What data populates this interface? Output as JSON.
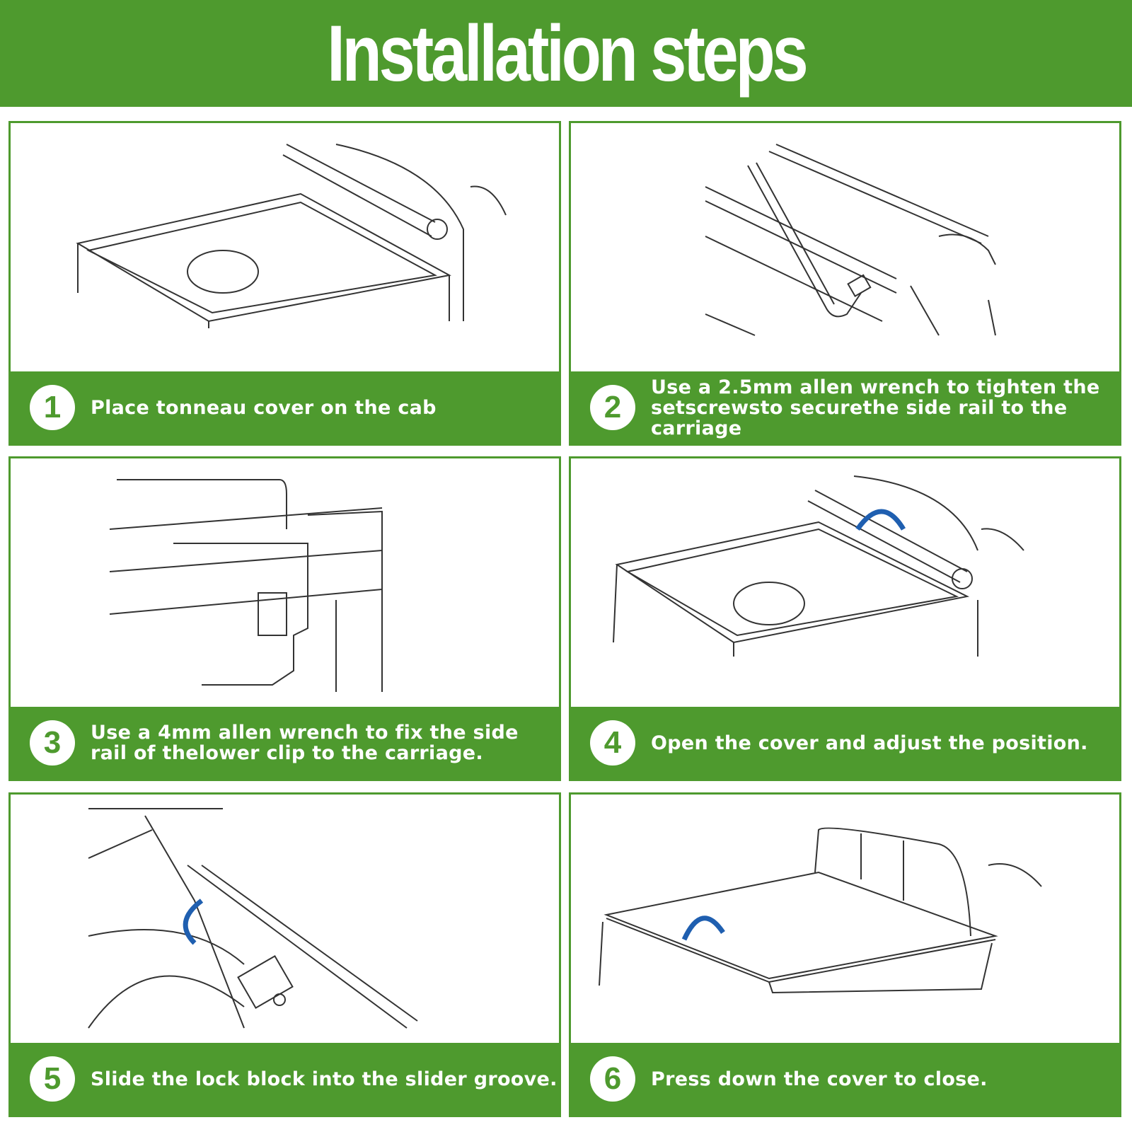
{
  "header": {
    "title": "Installation steps"
  },
  "steps": [
    {
      "number": "1",
      "text": "Place tonneau cover on the cab"
    },
    {
      "number": "2",
      "text": "Use a 2.5mm allen wrench to tighten the setscrewsto securethe side rail to the carriage"
    },
    {
      "number": "3",
      "text": "Use a 4mm allen wrench to fix the side rail of thelower clip to the carriage."
    },
    {
      "number": "4",
      "text": "Open the cover and adjust the position."
    },
    {
      "number": "5",
      "text": "Slide the lock block into the slider groove."
    },
    {
      "number": "6",
      "text": "Press down the cover to close."
    }
  ],
  "colors": {
    "brand_green": "#4e9a2e",
    "arrow_blue": "#1f5fb0"
  }
}
